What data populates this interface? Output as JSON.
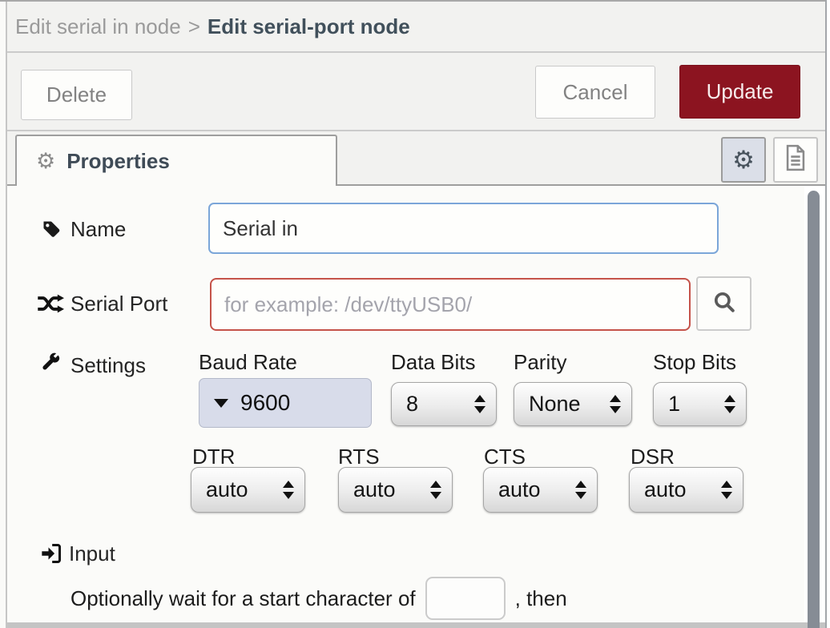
{
  "header": {
    "path": "Edit serial in node",
    "separator": ">",
    "current": "Edit serial-port node"
  },
  "toolbar": {
    "delete_label": "Delete",
    "cancel_label": "Cancel",
    "update_label": "Update"
  },
  "tabbar": {
    "properties_label": "Properties"
  },
  "icons": {
    "gear": "⚙"
  },
  "form": {
    "name": {
      "label": "Name",
      "value": "Serial in"
    },
    "serial_port": {
      "label": "Serial Port",
      "placeholder": "for example: /dev/ttyUSB0/"
    },
    "settings": {
      "label": "Settings",
      "baud_rate": {
        "label": "Baud Rate",
        "value": "9600"
      },
      "data_bits": {
        "label": "Data Bits",
        "value": "8"
      },
      "parity": {
        "label": "Parity",
        "value": "None"
      },
      "stop_bits": {
        "label": "Stop Bits",
        "value": "1"
      },
      "dtr": {
        "label": "DTR",
        "value": "auto"
      },
      "rts": {
        "label": "RTS",
        "value": "auto"
      },
      "cts": {
        "label": "CTS",
        "value": "auto"
      },
      "dsr": {
        "label": "DSR",
        "value": "auto"
      }
    },
    "input_section": {
      "label": "Input",
      "wait_text_before": "Optionally wait for a start character of",
      "start_char_value": "",
      "wait_text_after": ", then"
    }
  },
  "colors": {
    "update_button_bg": "#8c1420",
    "error_border": "#c5534a",
    "focus_border": "#7ba6d9",
    "baud_select_bg": "#d8dcea"
  }
}
